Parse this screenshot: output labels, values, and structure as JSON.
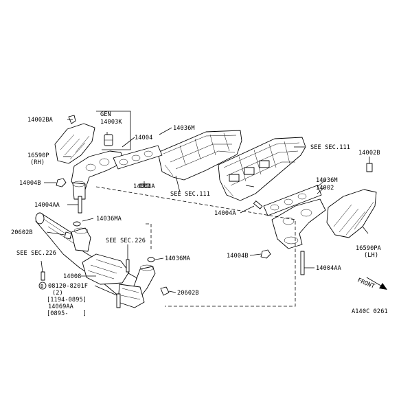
{
  "labels": {
    "gen": "GEN",
    "p14003k": "14003K",
    "p14002ba": "14002BA",
    "p16590p": "16590P",
    "rh": "(RH)",
    "p14004b_left": "14004B",
    "p14004": "14004",
    "p14036m_top": "14036M",
    "see_sec_111_top": "SEE SEC.111",
    "p14004a_left": "14004A",
    "see_sec_111_mid": "SEE SEC.111",
    "p14002b": "14002B",
    "p14036m_right": "14036M",
    "p14002": "14002",
    "p14004aa_left": "14004AA",
    "p14004a_right": "14004A",
    "p14036ma_top": "14036MA",
    "p20602b_left": "20602B",
    "see_sec_226_right": "SEE SEC.226",
    "see_sec_226_left": "SEE SEC.226",
    "p14036ma_mid": "14036MA",
    "p16590pa": "16590PA",
    "lh": "(LH)",
    "p14004b_right": "14004B",
    "p14004aa_right": "14004AA",
    "p14008": "14008",
    "bolt_circle": "B",
    "bolt_part": "08120-8201F",
    "bolt_qty": "(2)",
    "bolt_dates1": "[1194-0895]",
    "p14069aa": "14069AA",
    "bolt_dates2": "[0895-    ]",
    "p20602b_right": "20602B",
    "front": "FRONT",
    "figure_id": "A140C 0261"
  }
}
